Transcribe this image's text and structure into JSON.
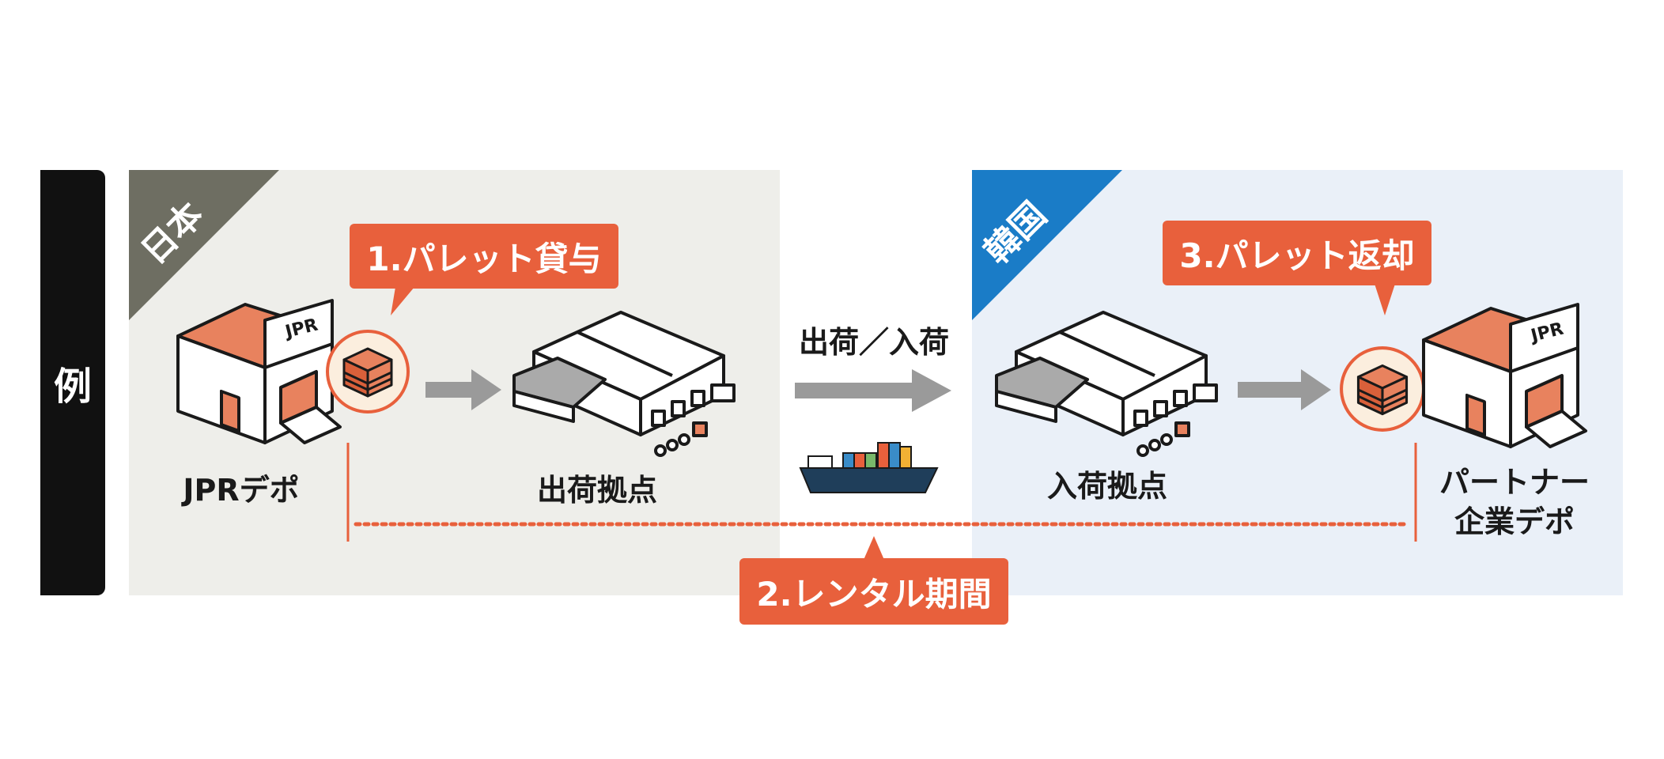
{
  "side_label": "例",
  "regions": {
    "japan": {
      "label": "日本",
      "color": "#6e6e62",
      "bg": "#eeeeea"
    },
    "korea": {
      "label": "韓国",
      "color": "#1a7cc7",
      "bg": "#eaf0f8"
    }
  },
  "callouts": {
    "lend": "1.パレット貸与",
    "rental": "2.レンタル期間",
    "return": "3.パレット返却"
  },
  "nodes": {
    "jpr_depot": "JPRデポ",
    "ship_base": "出荷拠点",
    "shipping": "出荷／入荷",
    "receive_base": "入荷拠点",
    "partner_line1": "パートナー",
    "partner_line2": "企業デポ"
  },
  "icons": {
    "jpr_building": "jpr-depot-building-icon",
    "warehouse": "warehouse-icon",
    "ship": "container-ship-icon",
    "pallet": "pallet-icon",
    "arrow": "arrow-right-icon"
  },
  "building_sign": "JPR",
  "colors": {
    "accent": "#e8603c",
    "arrow": "#9a9a9a",
    "ink": "#1a1a1a"
  }
}
